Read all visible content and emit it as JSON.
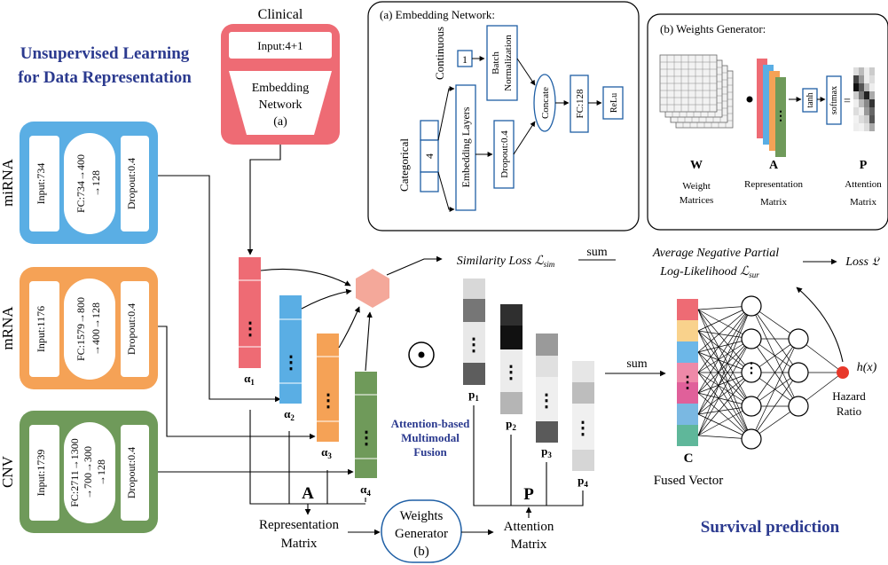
{
  "headline": {
    "line1": "Unsupervised Learning",
    "line2": "for Data Representation"
  },
  "survival_title": "Survival prediction",
  "clinical": {
    "title": "Clinical",
    "input": "Input:4+1",
    "net_line1": "Embedding",
    "net_line2": "Network",
    "net_line3": "(a)",
    "color": "#ee6b74"
  },
  "encoders": [
    {
      "name": "miRNA",
      "input": "Input:734",
      "fc1": "FC:734→400",
      "fc2": "→128",
      "fc3": "",
      "dropout": "Dropout:0.4",
      "color": "#5aaee4"
    },
    {
      "name": "mRNA",
      "input": "Input:1176",
      "fc1": "FC:1579→800",
      "fc2": "→400→128",
      "fc3": "",
      "dropout": "Dropout:0.4",
      "color": "#f5a256"
    },
    {
      "name": "CNV",
      "input": "Input:1739",
      "fc1": "FC:2711→1300",
      "fc2": "→700→300",
      "fc3": "→128",
      "dropout": "Dropout:0.4",
      "color": "#6f9a5a"
    }
  ],
  "embedding_panel": {
    "title": "(a) Embedding Network:",
    "continuous": "Continuous",
    "categorical": "Categorical",
    "one": "1",
    "four": "4",
    "batchnorm1": "Batch",
    "batchnorm2": "Normalization",
    "embedding_layers": "Embedding Layers",
    "dropout": "Dropout:0.4",
    "concate": "Concate",
    "fc": "FC:128",
    "relu": "ReLu"
  },
  "weights_panel": {
    "title": "(b) Weights Generator:",
    "tanh": "tanh",
    "softmax": "softmax",
    "W": "W",
    "A": "A",
    "P": "P",
    "w_label1": "Weight",
    "w_label2": "Matrices",
    "a_label1": "Representation",
    "a_label2": "Matrix",
    "p_label1": "Attention",
    "p_label2": "Matrix"
  },
  "alphas": [
    "α",
    "α",
    "α",
    "α"
  ],
  "alpha_subs": [
    "1",
    "2",
    "3",
    "4"
  ],
  "ps": [
    "p",
    "p",
    "p",
    "p"
  ],
  "p_subs": [
    "1",
    "2",
    "3",
    "4"
  ],
  "dots": "⋮",
  "similarity_loss": "Similarity Loss",
  "similarity_symbol": "ℒ",
  "similarity_sub": "sim",
  "sum": "sum",
  "avg_loss_line1": "Average Negative Partial",
  "avg_loss_line2": "Log-Likelihood",
  "sur_symbol": "ℒ",
  "sur_sub": "sur",
  "loss": "Loss",
  "loss_symbol": "𝔏",
  "fusion_label": [
    "Attention-based",
    "Multimodal",
    "Fusion"
  ],
  "A_label": "A",
  "P_label": "P",
  "rep_matrix": [
    "Representation",
    "Matrix"
  ],
  "weights_gen": [
    "Weights",
    "Generator",
    "(b)"
  ],
  "att_matrix": [
    "Attention",
    "Matrix"
  ],
  "C_label": "C",
  "fused_vector": "Fused Vector",
  "hx": "h(x)",
  "hazard": [
    "Hazard",
    "Ratio"
  ],
  "odot": "⊙",
  "dot": "•",
  "equals": "="
}
